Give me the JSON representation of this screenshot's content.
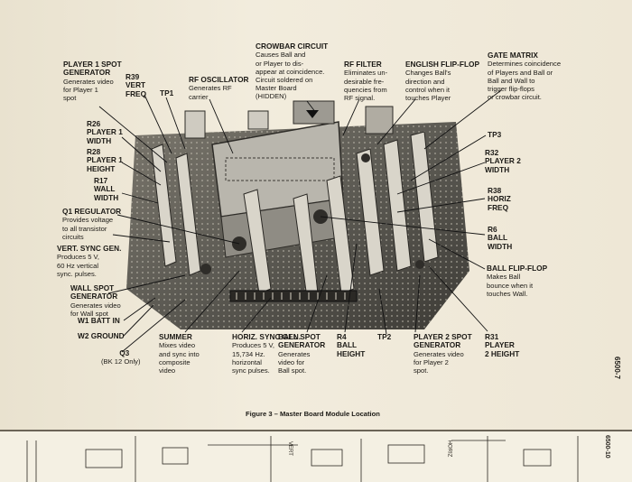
{
  "figure": {
    "caption": "Figure 3 – Master Board Module Location",
    "page_number": "6500-7"
  },
  "callouts": [
    {
      "id": "player1-spot",
      "heading": [
        "PLAYER 1 SPOT",
        "GENERATOR"
      ],
      "desc": [
        "Generates video",
        "for Player 1",
        "spot"
      ]
    },
    {
      "id": "r39",
      "heading": [
        "R39",
        "VERT",
        "FREQ"
      ],
      "desc": []
    },
    {
      "id": "tp1",
      "heading": [
        "TP1"
      ],
      "desc": []
    },
    {
      "id": "rf-oscillator",
      "heading": [
        "RF OSCILLATOR"
      ],
      "desc": [
        "Generates RF",
        "carrier"
      ]
    },
    {
      "id": "crowbar",
      "heading": [
        "CROWBAR CIRCUIT"
      ],
      "desc": [
        "Causes Ball and",
        "or Player to dis-",
        "appear at coincidence.",
        "Circuit soldered on",
        "Master Board",
        "(HIDDEN)"
      ]
    },
    {
      "id": "rf-filter",
      "heading": [
        "RF FILTER"
      ],
      "desc": [
        "Eliminates un-",
        "desirable fre-",
        "quencies from",
        "RF signal."
      ]
    },
    {
      "id": "english-flipflop",
      "heading": [
        "ENGLISH FLIP-FLOP"
      ],
      "desc": [
        "Changes Ball's",
        "direction and",
        "control when it",
        "touches Player"
      ]
    },
    {
      "id": "gate-matrix",
      "heading": [
        "GATE MATRIX"
      ],
      "desc": [
        "Determines coincidence",
        "of Players and Ball or",
        "Ball and Wall to",
        "trigger flip-flops",
        "or crowbar circuit."
      ]
    },
    {
      "id": "r26",
      "heading": [
        "R26",
        "PLAYER 1",
        "WIDTH"
      ],
      "desc": []
    },
    {
      "id": "r28",
      "heading": [
        "R28",
        "PLAYER 1",
        "HEIGHT"
      ],
      "desc": []
    },
    {
      "id": "r17",
      "heading": [
        "R17",
        "WALL",
        "WIDTH"
      ],
      "desc": []
    },
    {
      "id": "q1-regulator",
      "heading": [
        "Q1 REGULATOR"
      ],
      "desc": [
        "Provides voltage",
        "to all transistor",
        "circuits"
      ]
    },
    {
      "id": "vert-sync",
      "heading": [
        "VERT. SYNC GEN."
      ],
      "desc": [
        "Produces 5 V,",
        "60 Hz vertical",
        "sync. pulses."
      ]
    },
    {
      "id": "wall-spot",
      "heading": [
        "WALL SPOT",
        "GENERATOR"
      ],
      "desc": [
        "Generates video",
        "for Wall spot"
      ]
    },
    {
      "id": "w1",
      "heading": [
        "W1 BATT IN"
      ],
      "desc": []
    },
    {
      "id": "w2",
      "heading": [
        "W2 GROUND"
      ],
      "desc": []
    },
    {
      "id": "q3",
      "heading": [
        "Q3"
      ],
      "desc": [
        "(BK 12 Only)"
      ]
    },
    {
      "id": "summer",
      "heading": [
        "SUMMER"
      ],
      "desc": [
        "Mixes video",
        "and sync into",
        "composite",
        "video"
      ]
    },
    {
      "id": "horiz-sync",
      "heading": [
        "HORIZ. SYNC GEN."
      ],
      "desc": [
        "Produces 5 V,",
        "15,734 Hz.",
        "horizontal",
        "sync pulses."
      ]
    },
    {
      "id": "ball-spot",
      "heading": [
        "BALL SPOT",
        "GENERATOR"
      ],
      "desc": [
        "Generates",
        "video for",
        "Ball spot."
      ]
    },
    {
      "id": "r4",
      "heading": [
        "R4",
        "BALL",
        "HEIGHT"
      ],
      "desc": []
    },
    {
      "id": "tp2",
      "heading": [
        "TP2"
      ],
      "desc": []
    },
    {
      "id": "player2-spot",
      "heading": [
        "PLAYER 2 SPOT",
        "GENERATOR"
      ],
      "desc": [
        "Generates video",
        "for Player 2",
        "spot."
      ]
    },
    {
      "id": "r31",
      "heading": [
        "R31",
        "PLAYER",
        "2 HEIGHT"
      ],
      "desc": []
    },
    {
      "id": "tp3",
      "heading": [
        "TP3"
      ],
      "desc": []
    },
    {
      "id": "r32",
      "heading": [
        "R32",
        "PLAYER 2",
        "WIDTH"
      ],
      "desc": []
    },
    {
      "id": "r38",
      "heading": [
        "R38",
        "HORIZ",
        "FREQ"
      ],
      "desc": []
    },
    {
      "id": "r6",
      "heading": [
        "R6",
        "BALL",
        "WIDTH"
      ],
      "desc": []
    },
    {
      "id": "ball-flipflop",
      "heading": [
        "BALL FLIP-FLOP"
      ],
      "desc": [
        "Makes Ball",
        "bounce when it",
        "touches Wall."
      ]
    }
  ],
  "next_page_strip": {
    "page_number": "6500-10",
    "fragments": [
      "VERT",
      "HORIZ"
    ]
  }
}
